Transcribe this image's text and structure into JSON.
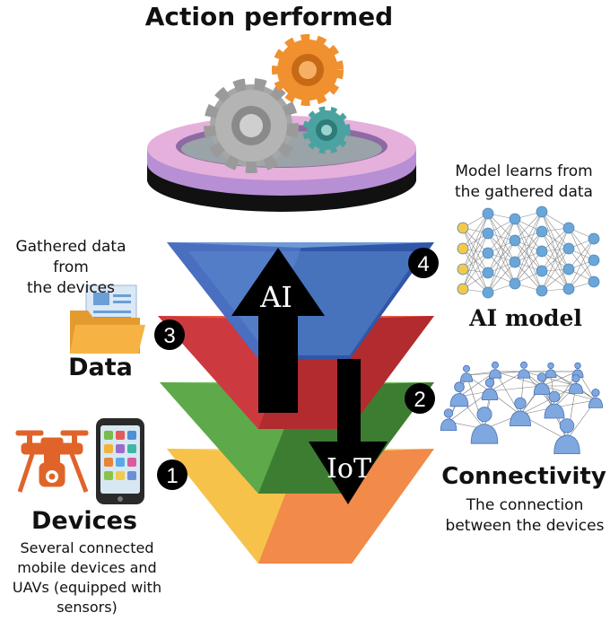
{
  "title": "Action performed",
  "ai_model": {
    "caption": "Model learns from\nthe gathered data",
    "label": "AI model"
  },
  "data_section": {
    "caption": "Gathered data from\nthe devices",
    "label": "Data"
  },
  "connectivity": {
    "label": "Connectivity",
    "caption": "The connection\nbetween the devices"
  },
  "devices": {
    "label": "Devices",
    "caption": "Several connected\nmobile devices and\nUAVs (equipped with\nsensors)"
  },
  "arrows": {
    "up": "AI",
    "down": "IoT"
  },
  "layer_numbers": {
    "one": "1",
    "two": "2",
    "three": "3",
    "four": "4"
  },
  "icons": [
    "gears-icon",
    "neural-network-icon",
    "folder-document-icon",
    "people-network-icon",
    "drone-icon",
    "smartphone-icon"
  ],
  "colors": {
    "layer_blue": "#4f86c6",
    "layer_red": "#e8413a",
    "layer_green": "#5cb245",
    "layer_yellow": "#f7c94a",
    "layer_orange": "#f2874f",
    "platform_pink": "#e5a9d6",
    "gear_orange": "#f0902e",
    "gear_teal": "#4aa3a0",
    "gear_gray": "#a9a9a9",
    "drone_orange": "#e56a2a"
  }
}
